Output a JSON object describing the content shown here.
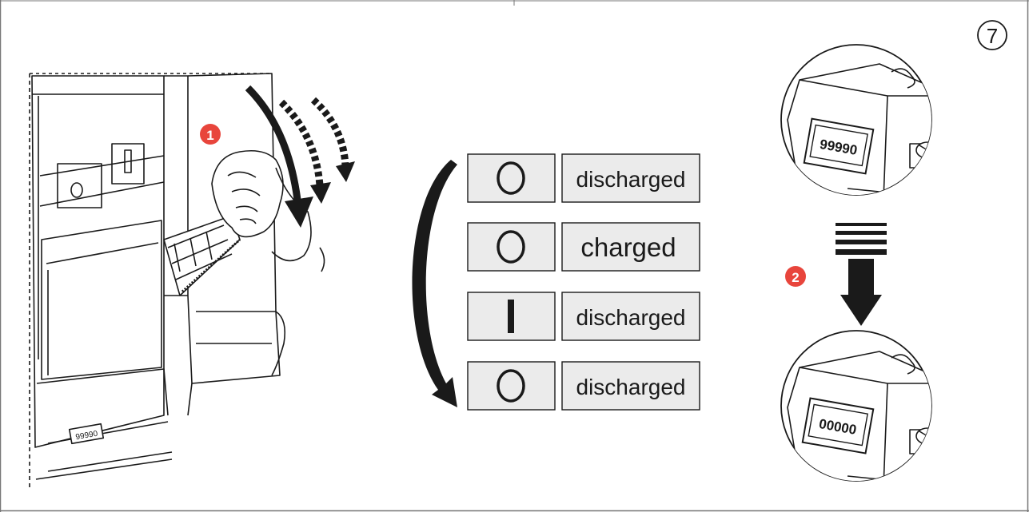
{
  "step_badge": "7",
  "callouts": [
    "1",
    "2"
  ],
  "counter_front": "99990",
  "counter_before": "99990",
  "counter_after": "00000",
  "sequence": [
    {
      "symbol": "O",
      "state": "discharged"
    },
    {
      "symbol": "O",
      "state": "charged"
    },
    {
      "symbol": "I",
      "state": "discharged"
    },
    {
      "symbol": "O",
      "state": "discharged"
    }
  ],
  "colors": {
    "callout": "#e8453c",
    "line": "#1a1a1a",
    "panel": "#ebebeb",
    "background": "#ffffff"
  }
}
